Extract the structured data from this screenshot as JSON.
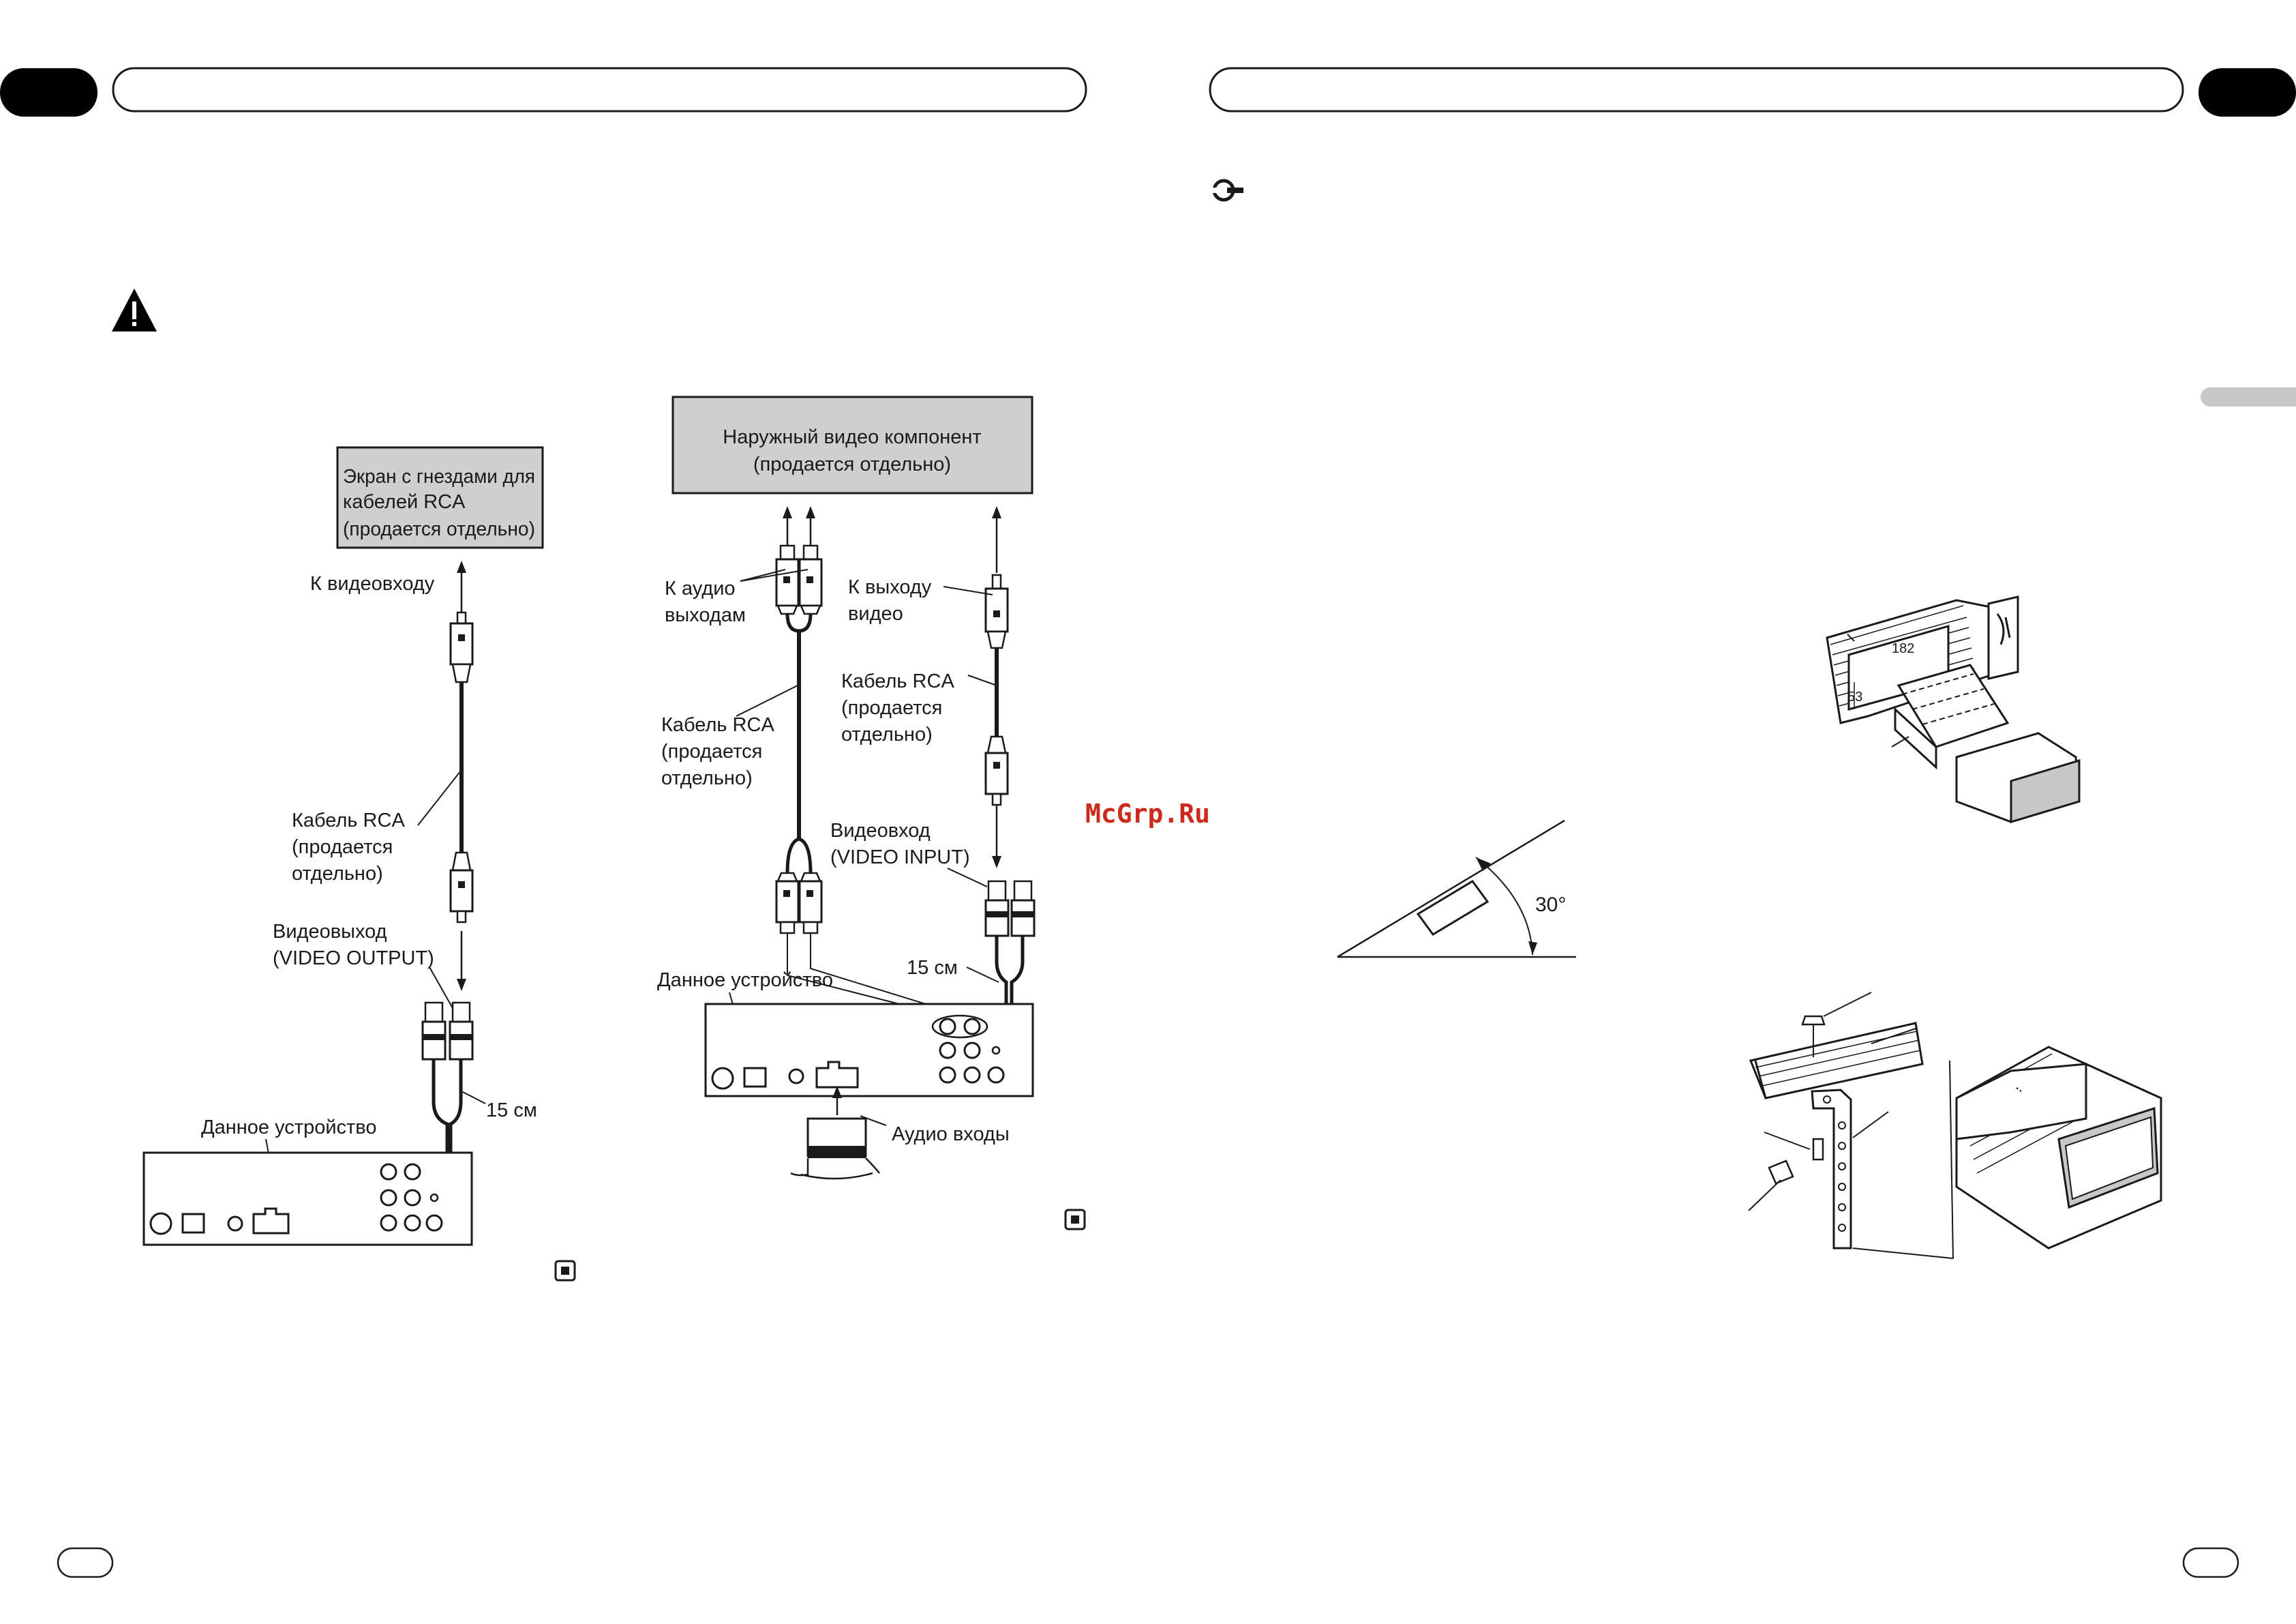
{
  "header": {
    "left_page_tab": "",
    "left_page_title_bar": "",
    "right_page_title_bar": "",
    "right_page_tab": ""
  },
  "watermark": "McGrp.Ru",
  "diagram_left": {
    "display_box_line1": "Экран с гнездами для",
    "display_box_line2": "кабелей RCA",
    "display_box_line3": "(продается отдельно)",
    "to_video_input": "К видеовходу",
    "rca_cable_line1": "Кабель RCA",
    "rca_cable_line2": "(продается",
    "rca_cable_line3": "отдельно)",
    "video_output_line1": "Видеовыход",
    "video_output_line2": "(VIDEO OUTPUT)",
    "length_label": "15 см",
    "this_unit": "Данное устройство"
  },
  "diagram_right": {
    "external_box_line1": "Наружный видео компонент",
    "external_box_line2": "(продается отдельно)",
    "to_audio_outputs_line1": "К аудио",
    "to_audio_outputs_line2": "выходам",
    "to_video_output_line1": "К выходу",
    "to_video_output_line2": "видео",
    "rca_cable_left_line1": "Кабель RCA",
    "rca_cable_left_line2": "(продается",
    "rca_cable_left_line3": "отдельно)",
    "rca_cable_right_line1": "Кабель RCA",
    "rca_cable_right_line2": "(продается",
    "rca_cable_right_line3": "отдельно)",
    "video_input_line1": "Видеовход",
    "video_input_line2": "(VIDEO INPUT)",
    "length_label": "15 см",
    "this_unit": "Данное устройство",
    "audio_inputs": "Аудио входы"
  },
  "install_diagram": {
    "dim_width": "182",
    "dim_height": "53"
  },
  "angle_diagram": {
    "angle_label": "30°"
  },
  "colors": {
    "ink": "#1a1a1a",
    "tab_fill": "#000000",
    "side_tab_gray": "#c8c8c8",
    "box_fill": "#cfcfcf",
    "watermark": "#cc2a1a"
  },
  "icons": {
    "warning": "warning-triangle-icon",
    "important": "important-wrench-icon",
    "end_mark": "end-of-section-icon"
  }
}
